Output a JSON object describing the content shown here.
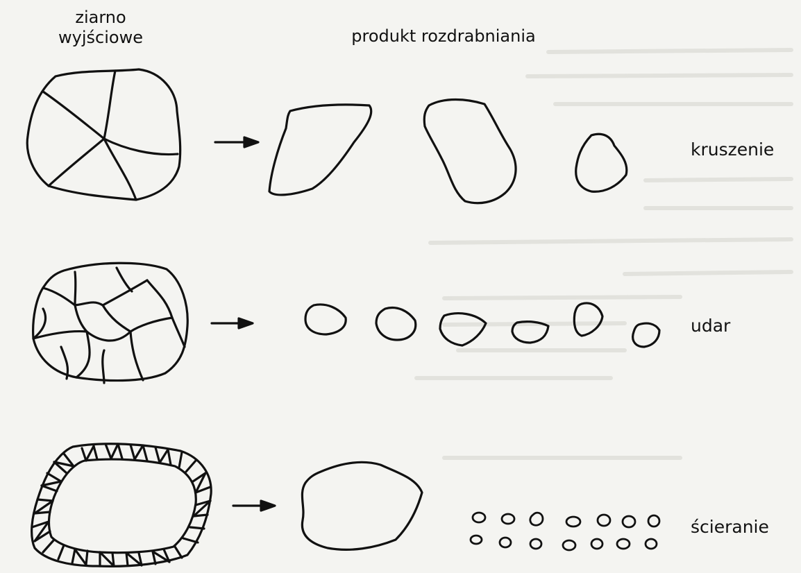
{
  "headers": {
    "input_grain_line1": "ziarno",
    "input_grain_line2": "wyjściowe",
    "product": "produkt rozdrabniania"
  },
  "rows": [
    {
      "label": "kruszenie"
    },
    {
      "label": "udar"
    },
    {
      "label": "ścieranie"
    }
  ],
  "icons": {
    "arrow": "right-arrow-icon"
  },
  "colors": {
    "ink": "#111111",
    "paper": "#f4f4f1",
    "ghost_text": "#d9d9d4"
  }
}
